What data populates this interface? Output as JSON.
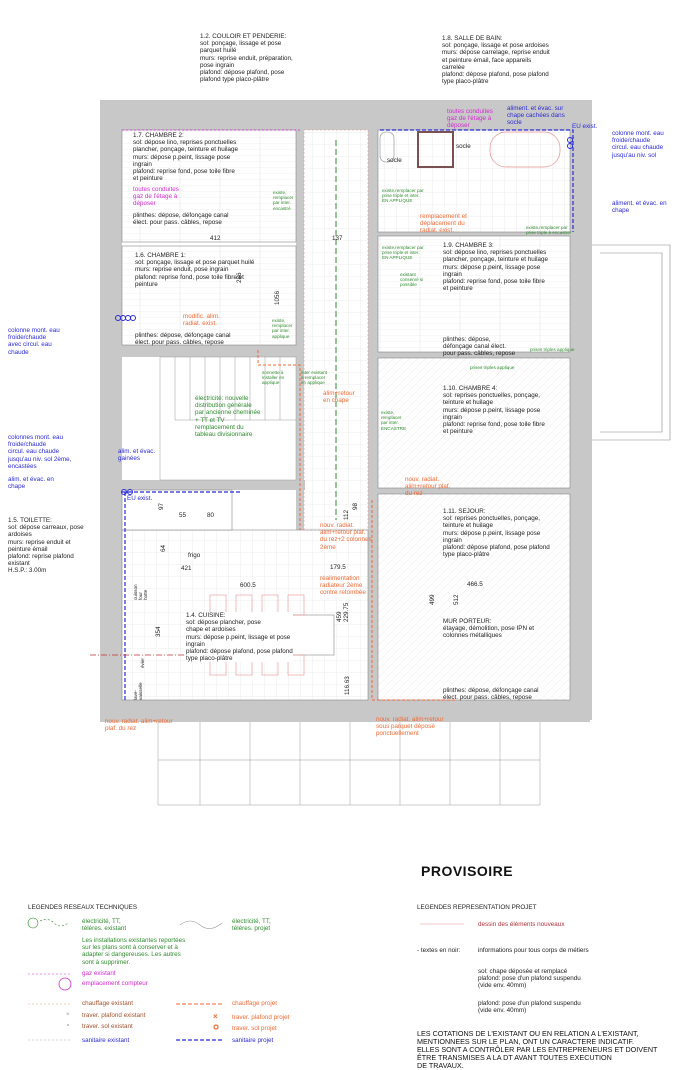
{
  "rooms": {
    "couloir": "1.2. COULOIR ET PENDERIE:\nsol: ponçage, lissage et pose\nparquet huilé\nmurs: reprise enduit, préparation,\npose ingrain\nplafond: dépose plafond, pose\nplafond type placo-plâtre",
    "salle_de_bain": "1.8. SALLE DE BAIN:\nsol: ponçage, lissage et pose ardoises\nmurs: dépose carrelage, reprise enduit\net peinture émail, face appareils\ncarrelée\nplafond: dépose plafond, pose plafond\ntype placo-plâtre",
    "chambre2": "1.7. CHAMBRE 2:\nsol: dépose lino, reprises ponctuelles\nplancher, ponçage, teinture et huilage\nmurs: dépose p.peint, lissage pose\ningrain\nplafond: reprise fond, pose toile fibre\net peinture",
    "chambre2_plinthes": "plinthes: dépose, défonçage canal\nélect. pour pass. câbles, repose",
    "chambre1": "1.6. CHAMBRE 1:\nsol: ponçage, lissage et pose parquet huilé\nmurs: reprise enduit, pose ingrain\nplafond: reprise fond, pose toile fibre et\npeinture",
    "chambre1_plinthes": "plinthes: dépose, défonçage canal\nélect. pour pass. câbles, repose",
    "chambre3": "1.9. CHAMBRE 3:\nsol: dépose lino, reprises ponctuelles\nplancher, ponçage, teinture et huilage\nmurs: dépose p.peint, lissage pose\ningrain\nplafond: reprise fond, pose toile fibre\net peinture",
    "chambre3_plinthes": "plinthes: dépose,\ndéfonçage canal élect.\npour pass. câbles, repose",
    "chambre4": "1.10. CHAMBRE 4:\nsol: reprises ponctuelles, ponçage,\nteinture et huilage\nmurs: dépose p.peint, lissage pose\ningrain\nplafond: reprise fond, pose toile fibre\net peinture",
    "sejour": "1.11. SEJOUR:\nsol: reprises ponctuelles, ponçage,\nteinture et huilage\nmurs: dépose p.peint, lissage pose\ningrain\nplafond: dépose plafond, pose plafond\ntype placo-plâtre",
    "sejour_plinthes": "plinthes: dépose, défonçage canal\nélect. pour pass. câbles, repose",
    "mur_porteur": "MUR PORTEUR:\nétayage, démolition, pose IPN et\ncolonnes métalliques",
    "toilette": "1.5. TOILETTE:\nsol: dépose carreaux, pose\nardoises\nmurs: reprise enduit et\npeinture émail\nplafond: reprise plafond\nexistant\nH.S.P.: 3.00m",
    "cuisine": "1.4. CUISINE:\nsol: dépose plancher, pose\nchape et ardoises\nmurs: dépose p.peint, lissage et pose\ningrain\nplafond: dépose plafond, pose plafond\ntype placo-plâtre"
  },
  "annotations": {
    "gaz_ch2": "toutes conduites\ngaz de l'étage à\ndéposer",
    "gaz_sdb": "toutes conduites\ngaz de l'étage à\ndéposer",
    "alim_socle": "aliment. et évac. sur\nchape cachées dans\nsocle",
    "eu_exist_top": "EU exist.",
    "colonne_sdb": "colonne mont. eau\nfroide/chaude\ncircul. eau chaude\njusqu'au niv. sol",
    "alim_chape_sdb": "aliment. et évac. en\nchape",
    "socle1": "socle",
    "socle2": "socle",
    "remplacement_radiat": "remplacement et\ndéplacement du\nradiat. exist.",
    "modific_radiat": "modific. alim.\nradiat. exist.",
    "colonne_ch1": "colonne mont. eau\nfroide/chaude\navec circul. eau\nchaude",
    "elec_nouvelle": "électricité: nouvelle\ndistribution générale\npar ancienne cheminée\n+ TT et TV",
    "tableau": "remplacement du\ntableau divisionnaire",
    "alim_retour_chape": "alim+retour\nen chape",
    "colonnes_toilette": "colonnes mont. eau\nfroide/chaude\ncircul. eau chaude\njusqu'au niv. sol 2ème,\nencastées",
    "alim_chape_left": "alim. et évac. en\nchape",
    "alim_gainees": "alim. et évac.\ngainées",
    "eu_exist_left": "EU exist.",
    "radiat_ch4": "nouv. radiat.\nalim+retour plaf.\ndu rez",
    "radiat_colonnes": "nouv. radiat.\nalim+retour plaf.\ndu rez+2 colonnes\n2ème",
    "realimentation": "réalimentation\nradiateur 2ème\ncontre retombée",
    "radiat_cuisine": "nouv. radiat. alim+retour\nplaf. du rez",
    "radiat_sejour": "nouv. radiat. alim+retour\nsous parquet déposé\nponctuellement",
    "existe_ch2": "existe,\nremplacer\npar inter.\nencastré",
    "existe_sdb": "existe,remplacer par\nprise triple et inter.\nEN APPLIQUE",
    "existe_ch3": "existe,remplacer par\nprise triple et inter.\nEN APPLIQUE",
    "existe_sdb2": "existe,remplacer par\nprise triple à encastrer",
    "existe_ch1": "existe,\nremplacer\npar inter.\napplique",
    "existe_ch4": "existe,\nremplacer\npar inter.\nENCASTRE",
    "existant_conserve": "existant\nconservé si\npossible",
    "prises_triples1": "prises triples applique",
    "prises_triples2": "prises triples applique",
    "sonnette": "sonnette à\ninstaller en\napplique",
    "inter_existant": "inter existant\nà remplacer\nen applique",
    "frigo": "frigo",
    "cuisson": "cuisson\nfour\nhotte",
    "evier": "évier",
    "lave_vaisselle": "lave-\nvaisselle"
  },
  "dimensions": {
    "d412": "412",
    "d137": "137",
    "d1056": "1056",
    "d286": "286",
    "d97": "97",
    "d55": "55",
    "d80": "80",
    "d64": "64",
    "d421": "421",
    "d600_5": "600.5",
    "d354": "354",
    "d179_5": "179.5",
    "d459": "459",
    "d229_75": "229.75",
    "d116_63": "116.63",
    "d112": "112",
    "d466_5": "466.5",
    "d499": "499",
    "d512": "512",
    "d98": "98"
  },
  "title": "PROVISOIRE",
  "legend_tech": {
    "heading": "LEGENDES RESEAUX TECHNIQUES",
    "elec_existant": "électricité, TT,\ntéléres. existant",
    "elec_projet": "électricité, TT,\ntéléres. projet",
    "installations_note": "Les installations existantes reportées\nsur les plans sont à conserver et à\nadapter si dangereuses. Les autres\nsont à supprimer.",
    "gaz_existant": "gaz existant",
    "emplacement_compteur": "emplacement compteur",
    "chauffage_existant": "chauffage existant",
    "chauffage_projet": "chauffage projet",
    "traver_plafond_existant": "traver. plafond existant",
    "traver_plafond_projet": "traver. plafond projet",
    "traver_sol_existant": "traver. sol existant",
    "traver_sol_projet": "traver. sol projet",
    "sanitaire_existant": "sanitaire existant",
    "sanitaire_projet": "sanitaire projet"
  },
  "legend_proj": {
    "heading": "LEGENDES REPRESENTATION PROJET",
    "dessin": "dessin des éléments nouveaux",
    "textes_noir_label": "- textes en noir:",
    "textes_noir": "informations pour tous corps de métiers",
    "sol_chape": "sol: chape déposée et remplacé\nplafond: pose d'un plafond suspendu\n(vide env. 40mm)",
    "plafond_suspendu": "plafond: pose d'un plafond suspendu\n(vide env. 40mm)",
    "cotations": "LES COTATIONS  DE L'EXISTANT OU EN RELATION A L'EXISTANT,\nMENTIONNEES SUR LE PLAN, ONT UN CARACTERE  INDICATIF.\nELLES SONT A CONTRÔLER PAR LES ENTREPRENEURS ET DOIVENT\nÊTRE TRANSMISES A LA DT  AVANT TOUTES EXECUTION\nDE  TRAVAUX."
  },
  "colors": {
    "wall": "#c8c8c8",
    "elec": "#2e8b2e",
    "gaz": "#d42ad4",
    "chauffage": "#f06a35",
    "sanitaire": "#2a2ad8",
    "new": "#e89090"
  }
}
